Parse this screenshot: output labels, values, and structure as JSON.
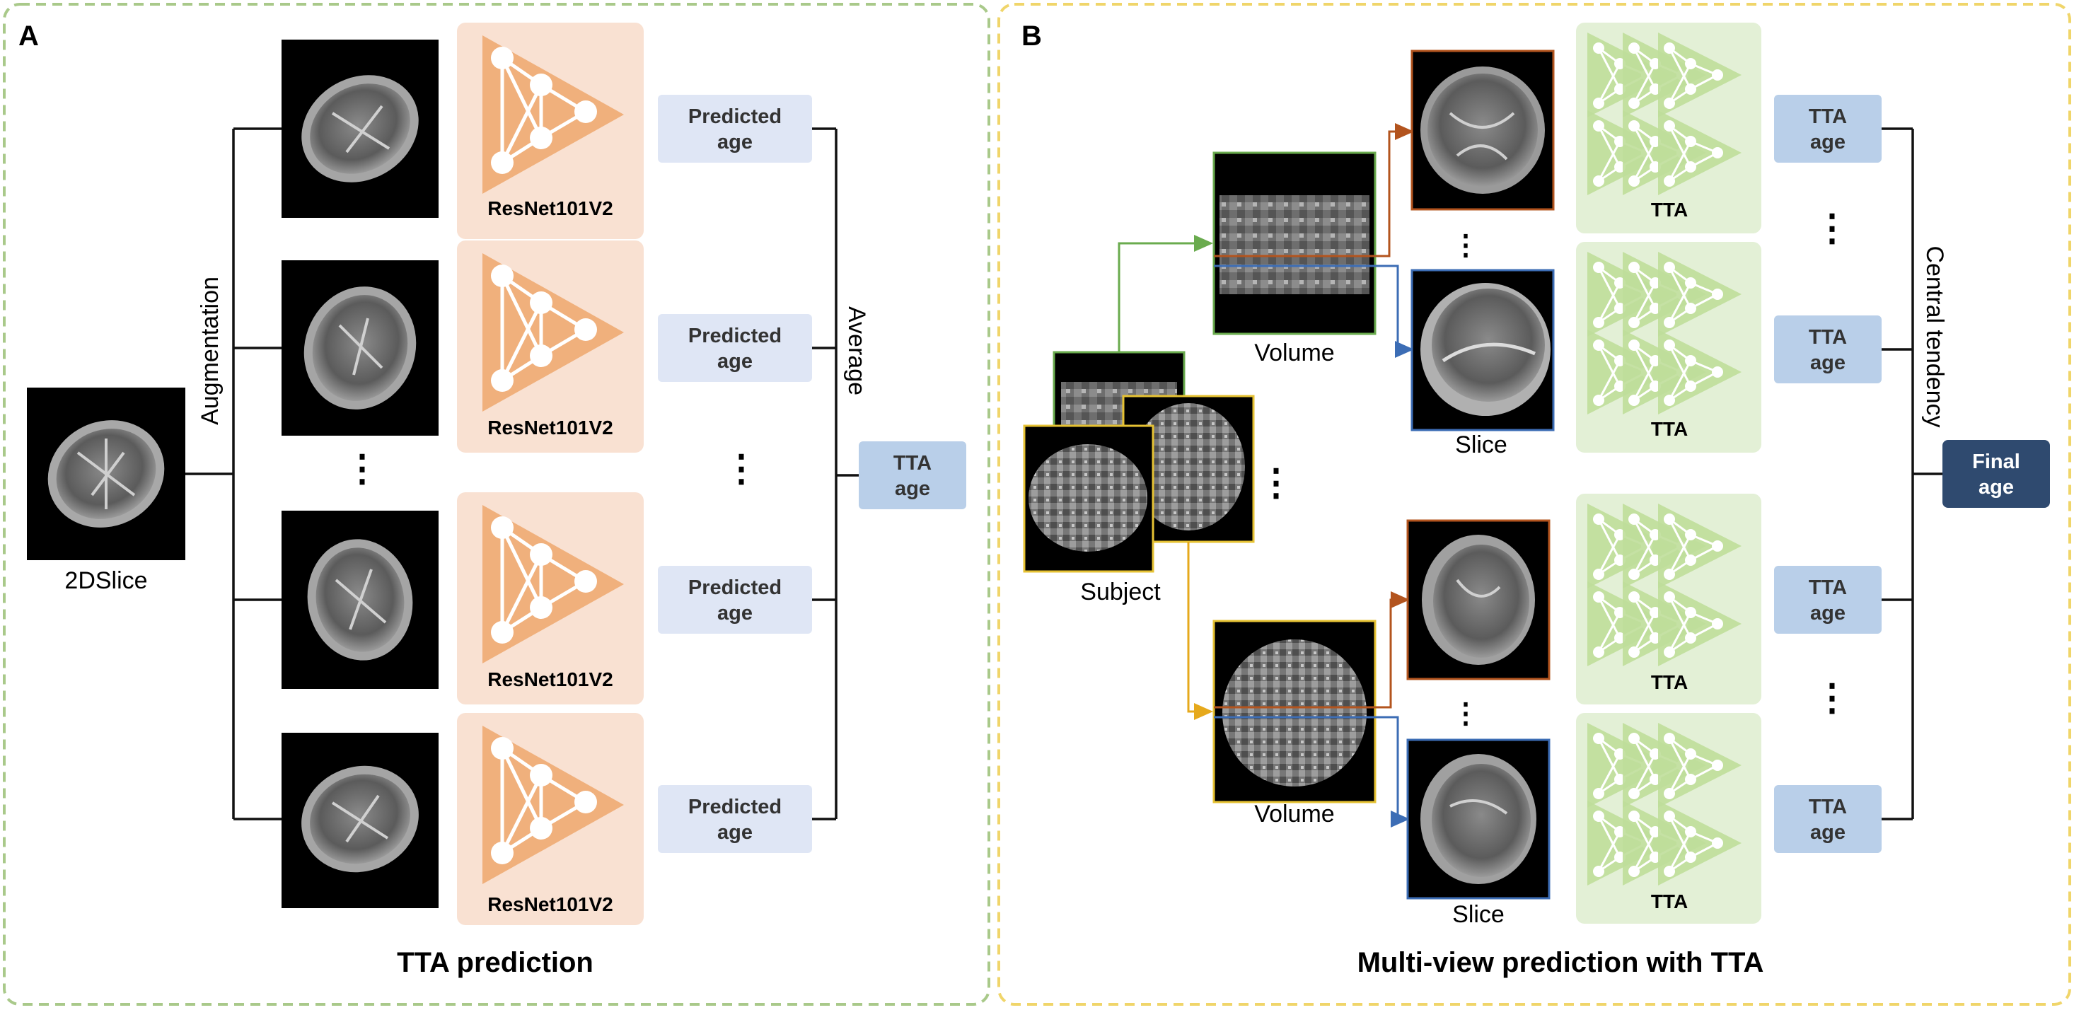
{
  "panel_a": {
    "letter": "A",
    "input_label": "2DSlice",
    "augmentation_label": "Augmentation",
    "average_label": "Average",
    "model_label": "ResNet101V2",
    "pred_line1": "Predicted",
    "pred_line2": "age",
    "tta_line1": "TTA",
    "tta_line2": "age",
    "title": "TTA prediction",
    "ellipsis": "⋮"
  },
  "panel_b": {
    "letter": "B",
    "subject_label": "Subject",
    "volume_label": "Volume",
    "slice_label": "Slice",
    "model_label": "TTA",
    "tta_line1": "TTA",
    "tta_line2": "age",
    "central_label": "Central tendency",
    "final_line1": "Final",
    "final_line2": "age",
    "title": "Multi-view prediction with TTA",
    "ellipsis": "⋮"
  },
  "colors": {
    "panel_a_border": "#a9c98a",
    "panel_b_border": "#f0d56a",
    "model_a_bg": "#f9e1d2",
    "model_a_icon": "#f0b07c",
    "model_b_bg": "#e3f0d6",
    "model_b_icon": "#bfde9a",
    "pred_box": "#dfe6f5",
    "tta_box": "#b9cfe9",
    "final_box": "#2f4a6f",
    "arrow_green": "#6aab4e",
    "arrow_yellow": "#e6a91c",
    "arrow_brown": "#b3541e",
    "arrow_blue": "#3c6db5"
  }
}
